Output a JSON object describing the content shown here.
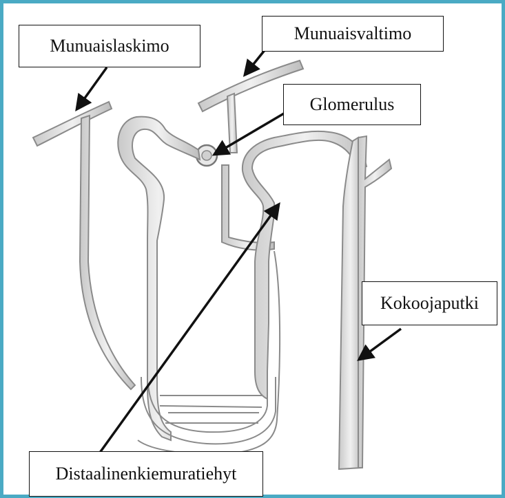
{
  "labels": {
    "munuaislaskimo": "Munuaislaskimo",
    "munuaisvaltimo": "Munuaisvaltimo",
    "glomerulus": "Glomerulus",
    "kokoojaputki": "Kokoojaputki",
    "distaalinen": "Distaalinenkiemuratiehyt"
  },
  "colors": {
    "frame": "#4aaac4",
    "arrow": "#111111",
    "tube_fill": "#e6e6e6",
    "tube_stroke": "#8a8a8a"
  }
}
